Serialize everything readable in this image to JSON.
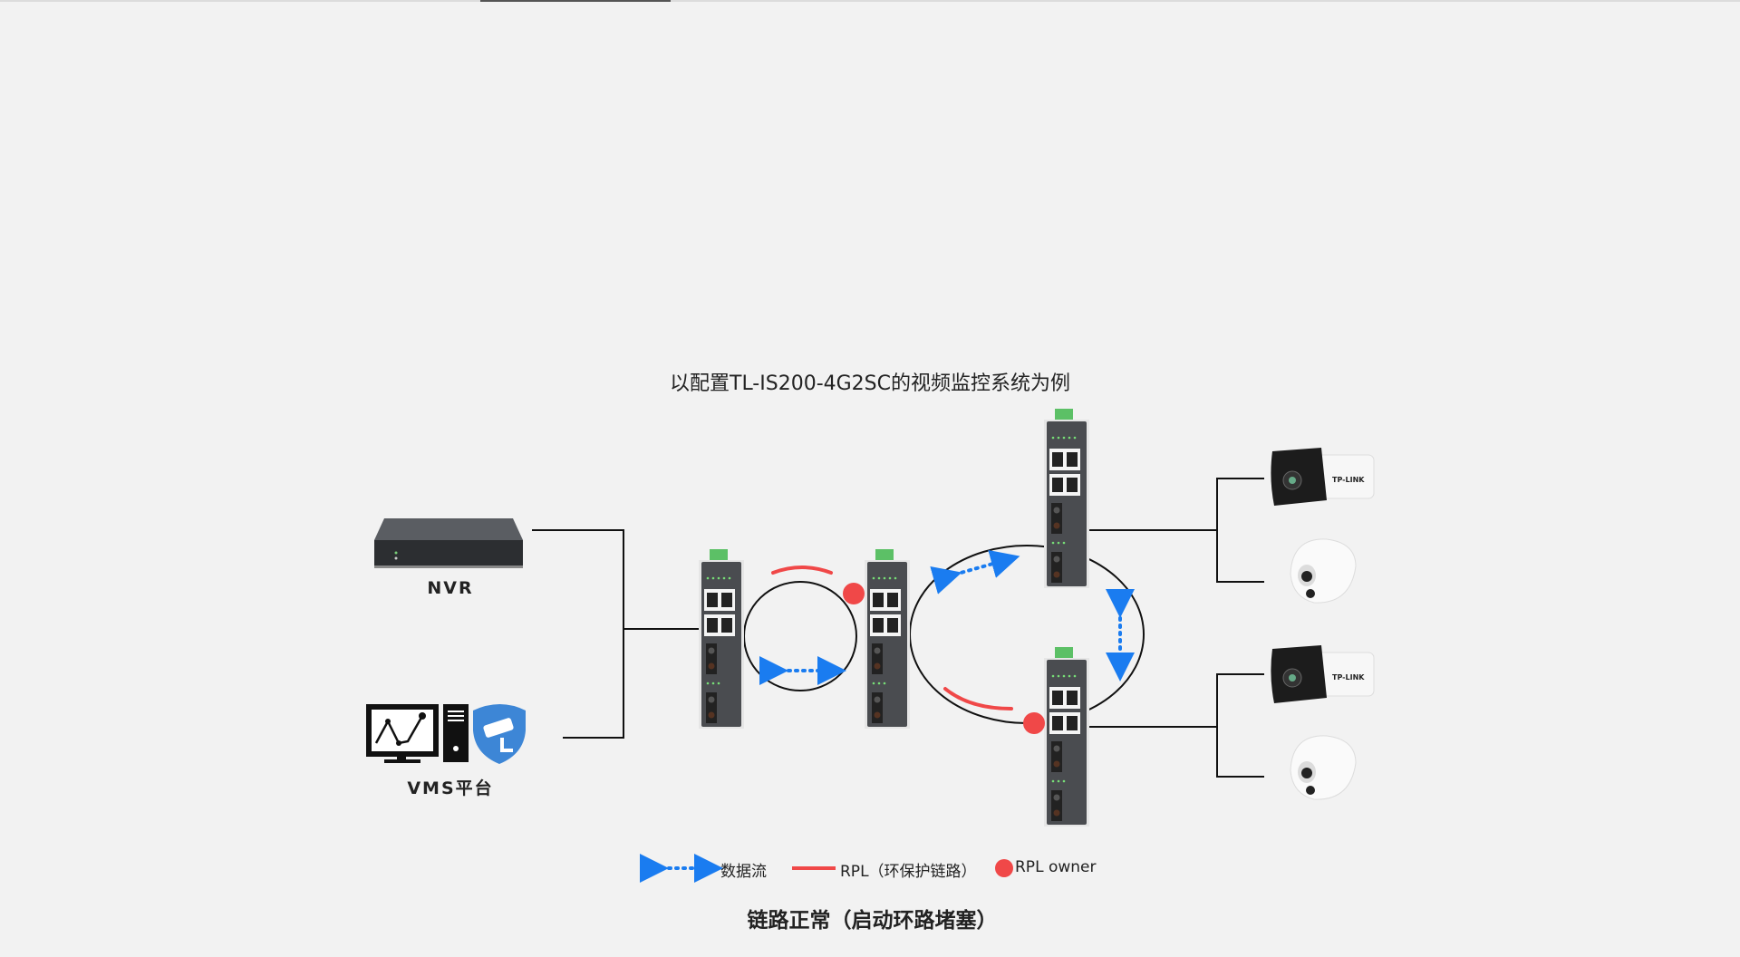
{
  "title": "以配置TL-IS200-4G2SC的视频监控系统为例",
  "devices": {
    "nvr_label": "NVR",
    "vms_label": "VMS平台",
    "camera_brand": "TP-LINK",
    "switch_model": "TL-IS200-4G2SC"
  },
  "legend": {
    "data_flow": "数据流",
    "rpl": "RPL（环保护链路）",
    "rpl_owner": "RPL owner"
  },
  "caption": "链路正常（启动环路堵塞）",
  "colors": {
    "background": "#f2f2f2",
    "rpl": "#f04848",
    "data_flow": "#1a7cf0",
    "link": "#111111",
    "switch_body": "#4a4c50",
    "switch_terminal": "#5cc066"
  }
}
